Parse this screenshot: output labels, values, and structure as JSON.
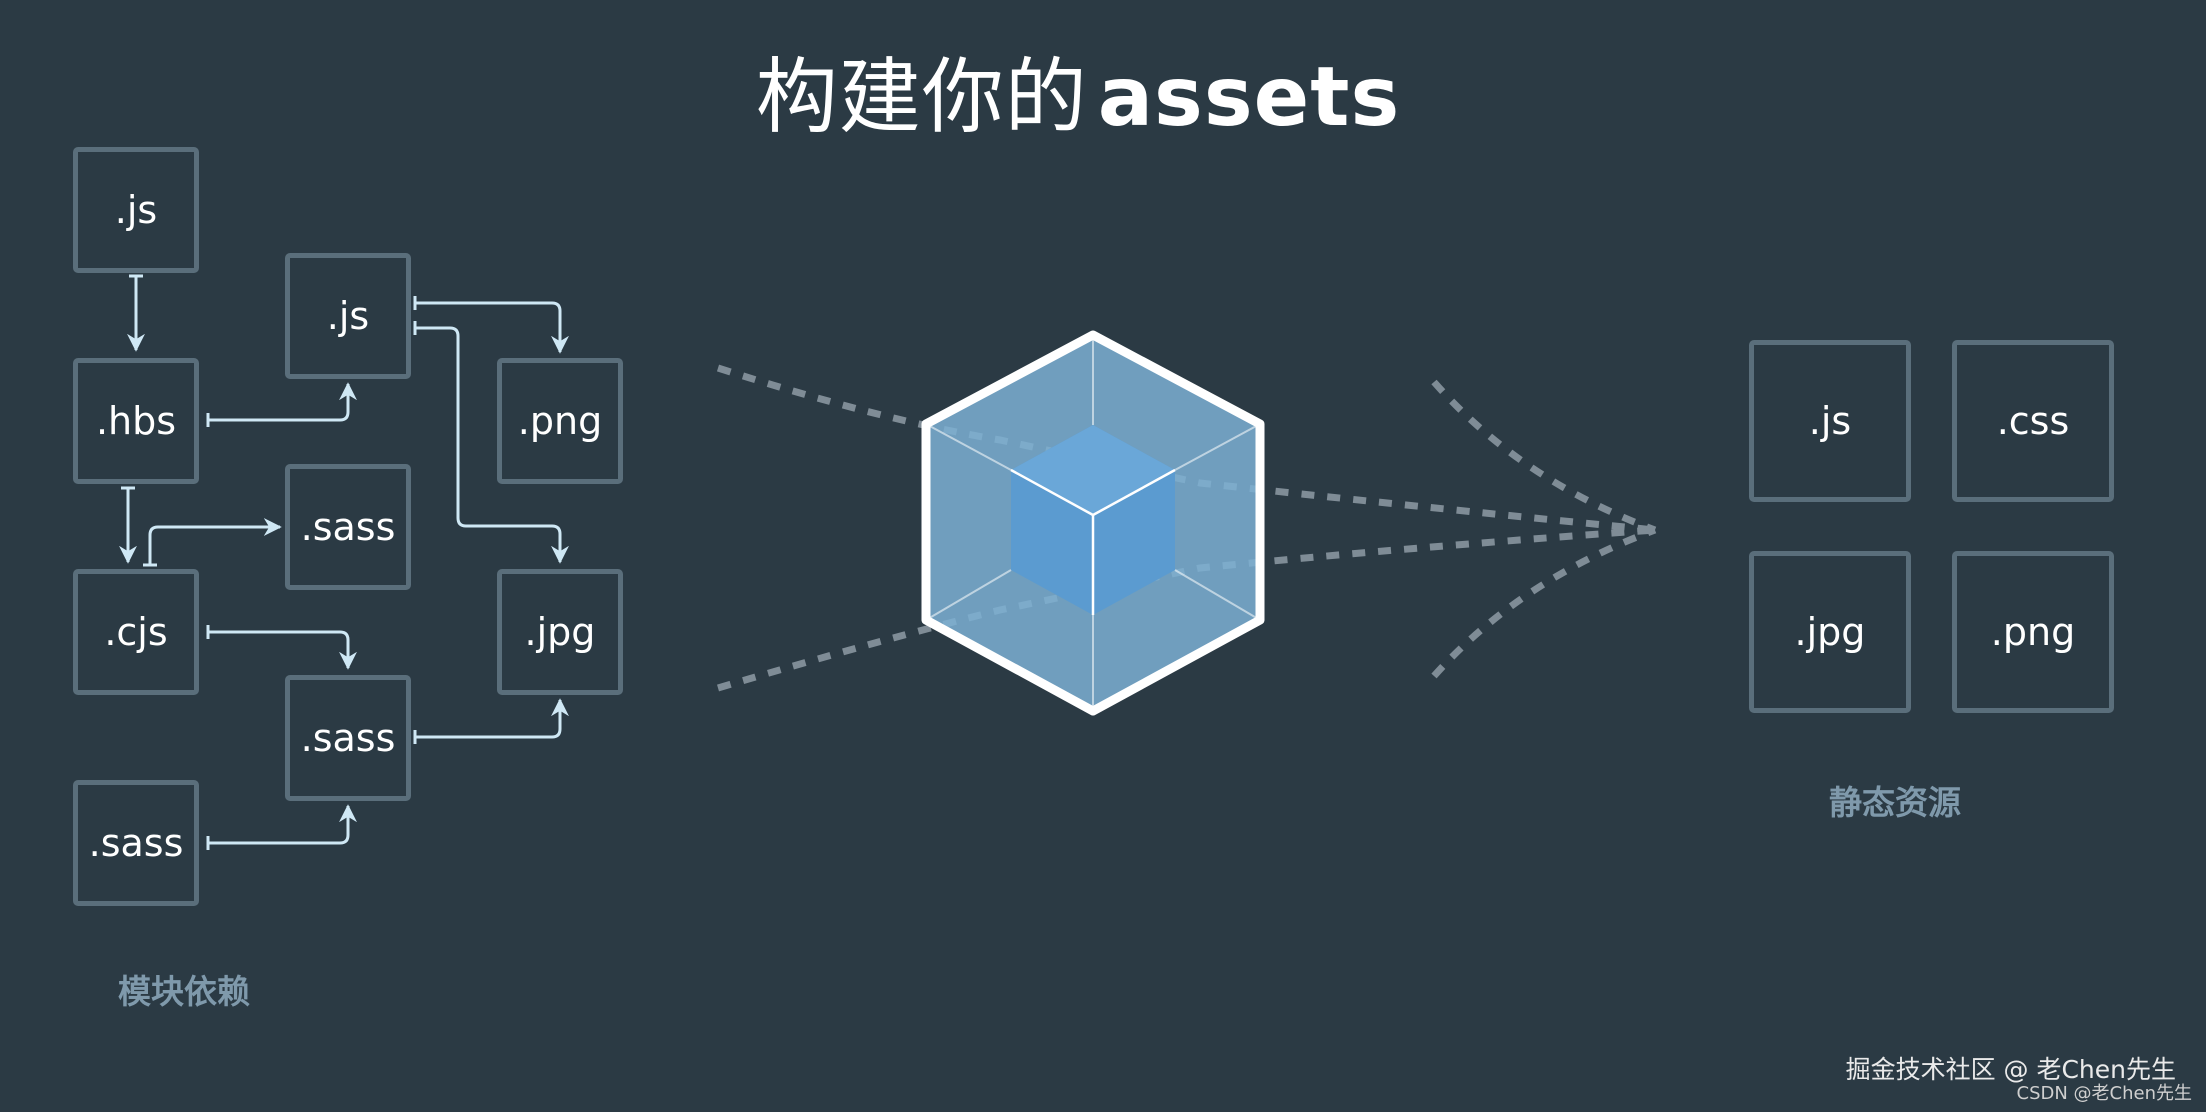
{
  "title": {
    "chinese": "构建你的",
    "english": "assets"
  },
  "modules": {
    "caption": "模块依赖",
    "nodes": [
      ".js",
      ".js",
      ".hbs",
      ".png",
      ".sass",
      ".cjs",
      ".jpg",
      ".sass",
      ".sass"
    ]
  },
  "bundler": {
    "icon": "webpack-cube-icon"
  },
  "outputs": {
    "caption": "静态资源",
    "nodes": [
      ".js",
      ".css",
      ".jpg",
      ".png"
    ]
  },
  "footer": {
    "line1": "掘金技术社区 @ 老Chen先生",
    "line2": "CSDN @老Chen先生"
  },
  "colors": {
    "background": "#2b3a44",
    "box_border": "#5a6e7b",
    "arrow": "#cfe8f5",
    "caption": "#7f99ab",
    "cube_outer": "#8ab6d6",
    "cube_inner": "#5b9bd0"
  }
}
